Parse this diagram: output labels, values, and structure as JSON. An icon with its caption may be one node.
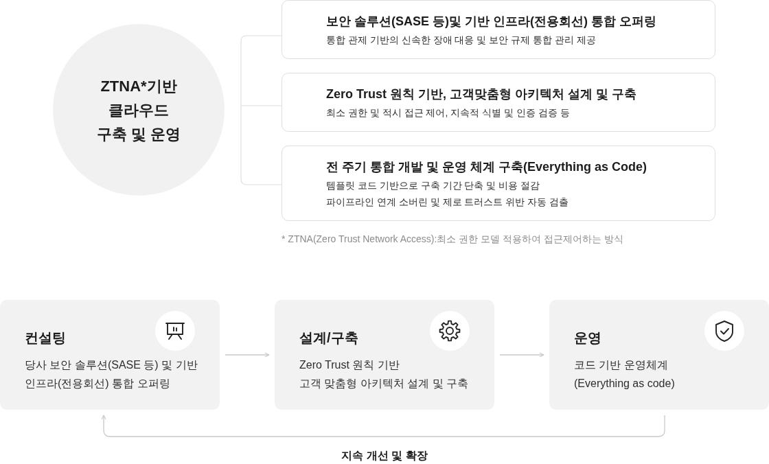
{
  "diagram": {
    "nodes": [
      {
        "text": [
          "ZTNA*기반 클라우드 구축 및 운영"
        ]
      },
      {
        "text": [
          "보안 솔루션(SASE 등)및 기반 인프라(전용회선) 통합 오퍼링",
          "통합 관제 기반의 신속한 장애 대응 및 보안 규제 통합 관리 제공"
        ]
      },
      {
        "text": [
          "Zero Trust 원칙 기반, 고객맞춤형 아키텍처 설계 및 구축",
          "최소 권한 및 적시 접근 제어, 지속적 식별 및 인증 검증 등"
        ]
      },
      {
        "text": [
          "전 주기 통합 개발 및 운영 체계 구축(Everything as Code)",
          "템플릿 코드 기반으로 구축 기간 단축 및 비용 절감",
          "파이프라인 연계 소버린 및 제로 트러스트 위반 자동 검출"
        ]
      },
      {
        "text": [
          "컨설팅",
          "당사 보안 솔루션(SASE 등) 및 기반 인프라(전용회선) 통합 오퍼링"
        ]
      },
      {
        "text": [
          "설계/구축",
          "Zero Trust 원칙 기반",
          "고객 맞춤형 아키텍처 설계 및 구축"
        ]
      },
      {
        "text": [
          "운영",
          "코드 기반 운영체계",
          "(Everything as code)"
        ]
      }
    ],
    "edges": [
      {
        "from": 4,
        "to": 5,
        "arrow": "to"
      },
      {
        "from": 5,
        "to": 6,
        "arrow": "to"
      },
      {
        "from": 6,
        "to": 4,
        "arrow": "to",
        "label": "지속 개선 및 확장"
      }
    ],
    "labels": [
      "* ZTNA(Zero Trust Network Access):최소 권한 모델 적용하여 접근제어하는 방식"
    ]
  }
}
